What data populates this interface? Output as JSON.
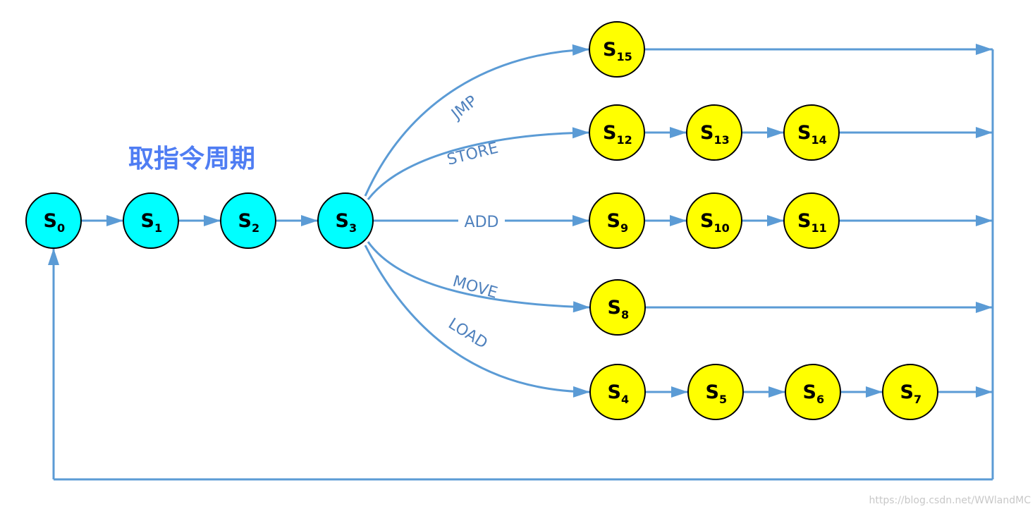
{
  "title": "取指令周期",
  "watermark": "https://blog.csdn.net/WWlandMC",
  "colors": {
    "edge": "#5b9bd5",
    "fetch_node": "#00ffff",
    "exec_node": "#ffff00",
    "title": "#4f7df3",
    "label": "#4f81bd"
  },
  "fetch_states": [
    {
      "letter": "S",
      "sub": "0"
    },
    {
      "letter": "S",
      "sub": "1"
    },
    {
      "letter": "S",
      "sub": "2"
    },
    {
      "letter": "S",
      "sub": "3"
    }
  ],
  "branches": [
    {
      "label": "JMP",
      "states": [
        {
          "letter": "S",
          "sub": "15"
        }
      ]
    },
    {
      "label": "STORE",
      "states": [
        {
          "letter": "S",
          "sub": "12"
        },
        {
          "letter": "S",
          "sub": "13"
        },
        {
          "letter": "S",
          "sub": "14"
        }
      ]
    },
    {
      "label": "ADD",
      "states": [
        {
          "letter": "S",
          "sub": "9"
        },
        {
          "letter": "S",
          "sub": "10"
        },
        {
          "letter": "S",
          "sub": "11"
        }
      ]
    },
    {
      "label": "MOVE",
      "states": [
        {
          "letter": "S",
          "sub": "8"
        }
      ]
    },
    {
      "label": "LOAD",
      "states": [
        {
          "letter": "S",
          "sub": "4"
        },
        {
          "letter": "S",
          "sub": "5"
        },
        {
          "letter": "S",
          "sub": "6"
        },
        {
          "letter": "S",
          "sub": "7"
        }
      ]
    }
  ]
}
